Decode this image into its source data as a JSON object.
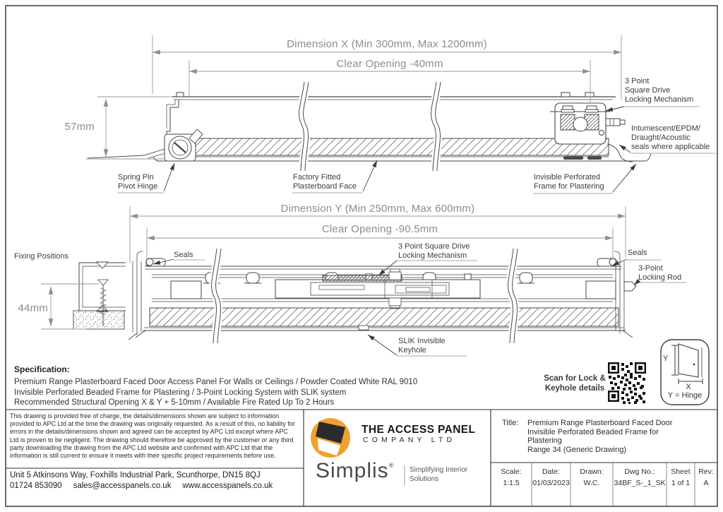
{
  "colors": {
    "line": "#454545",
    "dim_line": "#979797",
    "dim_text": "#8c8c8c",
    "label_text": "#3c3c3c",
    "logo_orange": "#F0A230"
  },
  "top_view": {
    "dim_x": "Dimension X (Min 300mm, Max 1200mm)",
    "clear_opening": "Clear Opening -40mm",
    "height": "57mm",
    "labels": {
      "lock": "3 Point\nSquare Drive\nLocking Mechanism",
      "seals": "Intumescent/EPDM/\nDraught/Acoustic\nseals where applicable",
      "hinge": "Spring Pin\nPivot Hinge",
      "face": "Factory Fitted\nPlasterboard Face",
      "frame": "Invisible Perforated\nFrame for Plastering"
    }
  },
  "side_view": {
    "dim_y": "Dimension Y (Min 250mm, Max 600mm)",
    "clear_opening": "Clear Opening -90.5mm",
    "depth": "44mm",
    "labels": {
      "fixing": "Fixing Positions",
      "seals_left": "Seals",
      "lock": "3 Point Square Drive\nLocking Mechanism",
      "seals_right": "Seals",
      "rod": "3-Point\nLocking Rod",
      "keyhole": "SLIK Invisible\nKeyhole"
    }
  },
  "specification": {
    "heading": "Specification:",
    "lines": [
      "Premium Range Plasterboard Faced Door Access Panel For Walls or Ceilings / Powder Coated White RAL 9010",
      "Invisible Perforated Beaded Frame for Plastering / 3-Point Locking System with SLIK system",
      "Recommended Structural Opening X & Y + 5-10mm / Available Fire Rated Up To 2 Hours"
    ]
  },
  "qr_section": {
    "scan_text": "Scan for Lock &\nKeyhole details",
    "door": {
      "y_label": "Y",
      "x_label": "X",
      "hinge_note": "Y = Hinge"
    }
  },
  "disclaimer": {
    "text": "This drawing is provided free of charge, the details/dimensions shown are subject to information provided to APC Ltd at the time the drawing was originally requested. As a result of this, no liability for errors in the details/dimensions shown and agreed can be accepted by APC Ltd except where APC Ltd is proven to be negligent. The drawing should therefore be approved by the customer or any third party downloading the drawing from the APC Ltd website and confirmed with APC Ltd that the information is still current to ensure it meets with their specific project requirements before use."
  },
  "contact": {
    "address": "Unit 5 Atkinsons Way, Foxhills Industrial Park, Scunthorpe, DN15 8QJ",
    "phone": "01724 853090",
    "email": "sales@accesspanels.co.uk",
    "website": "www.accesspanels.co.uk"
  },
  "branding": {
    "company_line1": "THE ACCESS PANEL",
    "company_line2": "COMPANY LTD",
    "brand": "Simplis",
    "registered_mark": "®",
    "tagline_line1": "Simplifying Interior",
    "tagline_line2": "Solutions"
  },
  "title_block": {
    "title_label": "Title:",
    "title_lines": "Premium Range Plasterboard Faced Door\nInvisible Perforated Beaded Frame for\nPlastering\nRange 34 (Generic Drawing)",
    "fields": [
      {
        "label": "Scale:",
        "value": "1:1.5"
      },
      {
        "label": "Date:",
        "value": "01/03/2023"
      },
      {
        "label": "Drawn:",
        "value": "W.C."
      },
      {
        "label": "Dwg No.:",
        "value": "34BF_S-_1_SK"
      },
      {
        "label": "Sheet",
        "value": "1 of 1"
      },
      {
        "label": "Rev:",
        "value": "A"
      }
    ]
  }
}
